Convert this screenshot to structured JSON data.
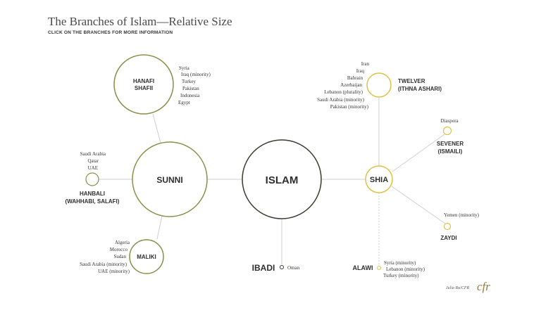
{
  "header": {
    "title": "The Branches of Islam—Relative Size",
    "subtitle": "CLICK ON THE BRANCHES FOR MORE INFORMATION"
  },
  "colors": {
    "olive": "#8a8f4a",
    "dark": "#3a3a30",
    "gold": "#e0c148",
    "line": "#cfcfcf"
  },
  "nodes": {
    "islam": {
      "label": "ISLAM"
    },
    "sunni": {
      "label": "SUNNI"
    },
    "shia": {
      "label": "SHIA"
    },
    "hanafi": {
      "label_line1": "HANAFI",
      "label_line2": "SHAFII"
    },
    "maliki": {
      "label": "MALIKI"
    },
    "hanbali": {
      "label_line1": "HANBALI",
      "label_line2": "(WAHHABI, SALAFI)"
    },
    "ibadi": {
      "label": "IBADI"
    },
    "twelver": {
      "label_line1": "TWELVER",
      "label_line2": "(ITHNA ASHARI)"
    },
    "sevener": {
      "label_line1": "SEVENER",
      "label_line2": "(ISMAILI)"
    },
    "zaydi": {
      "label": "ZAYDI"
    },
    "alawi": {
      "label": "ALAWI"
    }
  },
  "regions": {
    "hanafi": [
      "Syria",
      "Iraq (minority)",
      "Turkey",
      "Pakistan",
      "Indonesia",
      "Egypt"
    ],
    "hanbali": [
      "Saudi Arabia",
      "Qatar",
      "UAE"
    ],
    "maliki": [
      "Algeria",
      "Morocco",
      "Sudan",
      "Saudi Arabia (minority)",
      "UAE (minority)"
    ],
    "ibadi": [
      "Oman"
    ],
    "twelver": [
      "Iran",
      "Iraq",
      "Bahrain",
      "Azerbaijan",
      "Lebanon (plurality)",
      "Saudi Arabia (minority)",
      "Pakistan (minority)"
    ],
    "sevener": [
      "Diaspora"
    ],
    "zaydi": [
      "Yemen (minority)"
    ],
    "alawi": [
      "Syria (minority)",
      "Lebanon (minority)",
      "Turkey (minority)"
    ]
  },
  "footer": {
    "credit": "Julia Ro/CFR",
    "logo": "cfr"
  }
}
